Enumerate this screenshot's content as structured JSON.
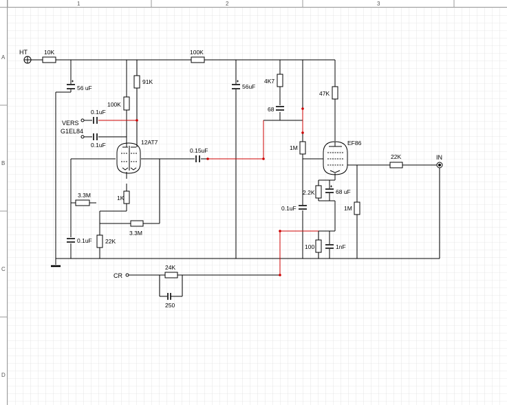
{
  "ruler": {
    "columns": [
      "1",
      "2",
      "3"
    ],
    "rows": [
      "A",
      "B",
      "C",
      "D"
    ]
  },
  "labels": {
    "ht": "HT",
    "r_10k": "10K",
    "r_100k_top": "100K",
    "c_56uf_left": "56 uF",
    "r_91k": "91K",
    "r_100k_left": "100K",
    "c_01uf_upper": "0.1uF",
    "vers": "VERS",
    "g1el84": "G1EL84",
    "c_01uf_lower": "0.1uF",
    "tube_12at7": "12AT7",
    "r_1k": "1K",
    "r_3m3_upper": "3.3M",
    "r_3m3_lower": "3.3M",
    "c_01uf_bottom": "0.1uF",
    "r_22k_left": "22K",
    "c_015uf": "0.15uF",
    "c_56uf_mid": "56uF",
    "r_4k7": "4K7",
    "c_68": "68",
    "r_47k": "47K",
    "r_1m_mid": "1M",
    "tube_ef86": "EF86",
    "r_22k_right": "22K",
    "in": "IN",
    "r_2k2": "2.2K",
    "c_68uf": "68 uF",
    "c_01uf_right": "0.1uF",
    "r_1m_right": "1M",
    "r_100": "100",
    "c_1nf": "1nF",
    "cr": "CR",
    "r_24k": "24K",
    "c_250": "250"
  }
}
